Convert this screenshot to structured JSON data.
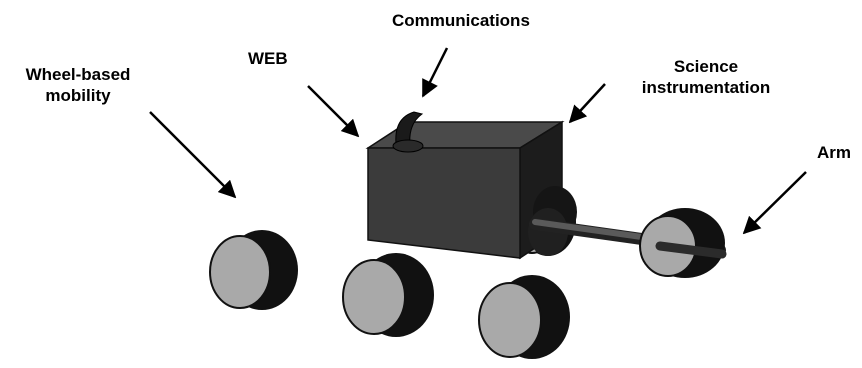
{
  "labels": {
    "communications": "Communications",
    "web": "WEB",
    "wheel_line1": "Wheel-based",
    "wheel_line2": "mobility",
    "science_line1": "Science",
    "science_line2": "instrumentation",
    "arm": "Arm"
  },
  "colors": {
    "body_front": "#3b3b3b",
    "body_top": "#4a4a4a",
    "body_side": "#1c1c1c",
    "wheel_face": "#a9a9a9",
    "wheel_rim": "#111111",
    "arm": "#4d4d4d",
    "text": "#000000"
  },
  "parts": [
    "communications-antenna",
    "web-body",
    "science-instrument",
    "robotic-arm",
    "wheel"
  ]
}
